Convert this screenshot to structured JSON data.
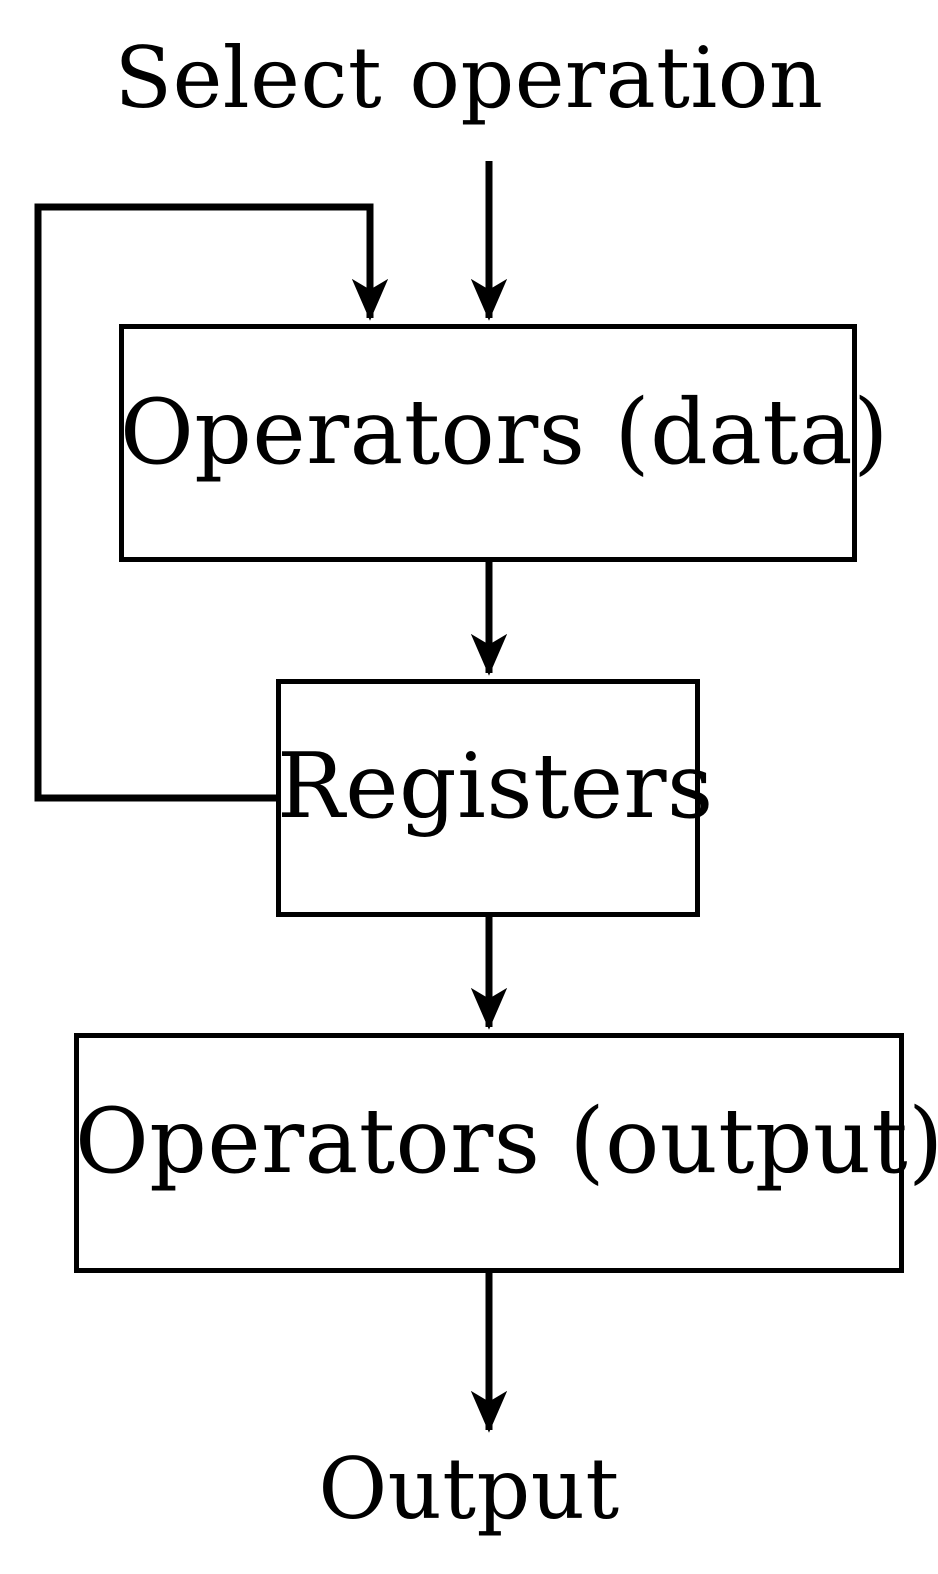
{
  "diagram": {
    "title": "Select operation",
    "type": "flowchart",
    "orientation": "top-to-bottom",
    "stroke_color": "#000000",
    "fill_color": "#ffffff",
    "background_color": "#ffffff",
    "inputs": [
      {
        "id": "select-operation",
        "label": "Select operation"
      }
    ],
    "nodes": [
      {
        "id": "operators-data",
        "label": "Operators (data)",
        "shape": "rectangle"
      },
      {
        "id": "registers",
        "label": "Registers",
        "shape": "rectangle"
      },
      {
        "id": "operators-output",
        "label": "Operators (output)",
        "shape": "rectangle"
      }
    ],
    "outputs": [
      {
        "id": "output",
        "label": "Output"
      }
    ],
    "edges": [
      {
        "from": "select-operation",
        "to": "operators-data",
        "arrow": true,
        "kind": "straight"
      },
      {
        "from": "operators-data",
        "to": "registers",
        "arrow": true,
        "kind": "straight"
      },
      {
        "from": "registers",
        "to": "operators-output",
        "arrow": true,
        "kind": "straight"
      },
      {
        "from": "operators-output",
        "to": "output",
        "arrow": true,
        "kind": "straight"
      },
      {
        "from": "registers",
        "to": "operators-data",
        "arrow": true,
        "kind": "feedback-loop-left"
      }
    ]
  }
}
